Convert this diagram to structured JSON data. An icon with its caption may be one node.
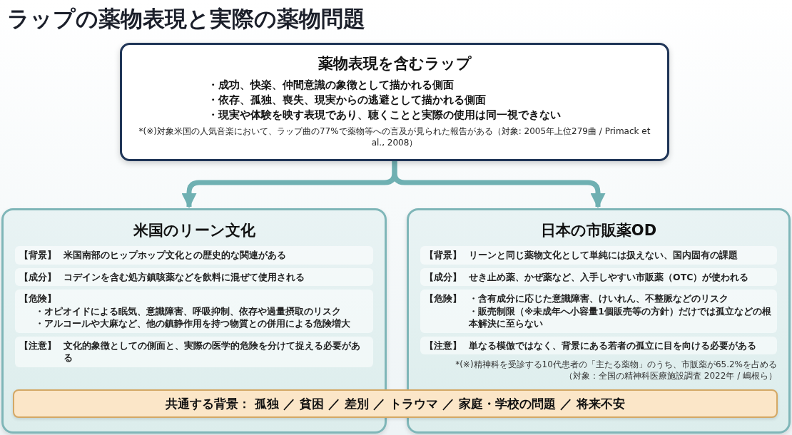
{
  "diagram": {
    "title": "ラップの薬物表現と実際の薬物問題",
    "nodes": [
      {
        "text": [
          "薬物表現を含むラップ",
          "・成功、快楽、仲間意識の象徴として描かれる側面",
          "・依存、孤独、喪失、現実からの逃避として描かれる側面",
          "・現実や体験を映す表現であり、聴くことと実際の使用は同一視できない",
          "*(※)対象米国の人気音楽において、ラップ曲の77%で薬物等への言及が見られた報告がある（対象: 2005年上位279曲 / Primack et al., 2008）"
        ]
      },
      {
        "text": [
          "米国のリーン文化"
        ]
      },
      {
        "text": [
          "【背景】",
          "米国南部のヒップホップ文化との歴史的な関連がある"
        ],
        "in": 1
      },
      {
        "text": [
          "【成分】",
          "コデインを含む処方鎮咳薬などを飲料に混ぜて使用される"
        ],
        "in": 1
      },
      {
        "text": [
          "【危険】",
          "・オピオイドによる眠気、意識障害、呼吸抑制、依存や過量摂取のリスク",
          "・アルコールや大麻など、他の鎮静作用を持つ物質との併用による危険増大"
        ],
        "in": 1
      },
      {
        "text": [
          "【注意】",
          "文化的象徴としての側面と、実際の医学的危険を分けて捉える必要がある"
        ],
        "in": 1
      },
      {
        "text": [
          "日本の市販薬OD",
          "*(※)精神科を受診する10代患者の「主たる薬物」のうち、市販薬が65.2%を占める",
          "（対象：全国の精神科医療施設調査 2022年 / 嶋根ら）"
        ]
      },
      {
        "text": [
          "【背景】",
          "リーンと同じ薬物文化として単純には扱えない、国内固有の課題"
        ],
        "in": 6
      },
      {
        "text": [
          "【成分】",
          "せき止め薬、かぜ薬など、入手しやすい市販薬（OTC）が使われる"
        ],
        "in": 6
      },
      {
        "text": [
          "【危険】",
          "・含有成分に応じた意識障害、けいれん、不整脈などのリスク",
          "・販売制限（※未成年へ小容量1個販売等の方針）だけでは孤立などの根本解決に至らない"
        ],
        "in": 6
      },
      {
        "text": [
          "【注意】",
          "単なる模倣ではなく、背景にある若者の孤立に目を向ける必要がある"
        ],
        "in": 6
      },
      {
        "text": [
          "共通する背景： 孤独 ／ 貧困 ／ 差別 ／ トラウマ ／ 家庭・学校の問題 ／ 将来不安"
        ]
      }
    ],
    "edges": [
      {
        "from": 0,
        "to": 1,
        "arrow": "to"
      },
      {
        "from": 0,
        "to": 6,
        "arrow": "to"
      }
    ]
  }
}
